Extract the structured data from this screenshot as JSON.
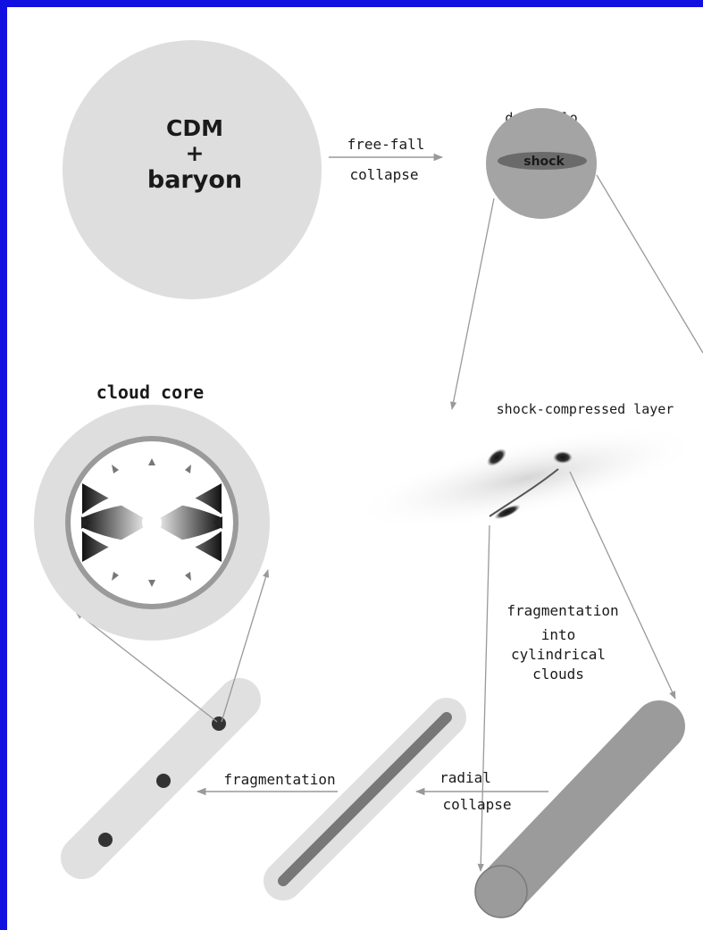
{
  "colors": {
    "frame_border": "#1010e0",
    "halo_gray": "#d8d8d8",
    "dark_gray": "#a8a8a8",
    "cylinder_gray": "#9a9a9a",
    "dense_gray": "#777777",
    "arrow_gray": "#999999",
    "text": "#1a1a1a"
  },
  "labels": {
    "cdm_line1": "CDM",
    "cdm_line2": "+",
    "cdm_line3": "baryon",
    "freefall_line1": "free-fall",
    "freefall_line2": "collapse",
    "dark_halo": "dark halo",
    "shock": "shock",
    "shock_layer": "shock-compressed layer",
    "cloud_core": "cloud core",
    "frag_cyl_line1": "fragmentation",
    "frag_cyl_line2": "into",
    "frag_cyl_line3": "cylindrical",
    "frag_cyl_line4": "clouds",
    "radial_line1": "radial",
    "radial_line2": "collapse",
    "fragmentation": "fragmentation"
  }
}
